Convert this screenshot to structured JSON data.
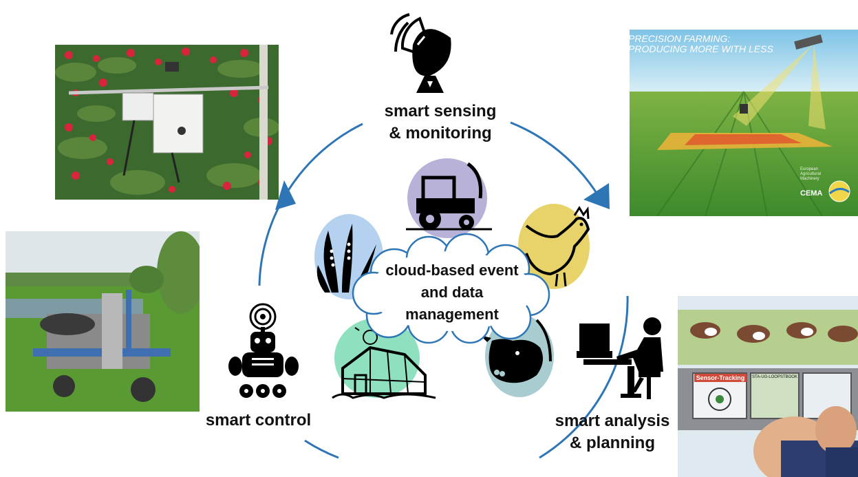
{
  "labels": {
    "sensing_line1": "smart sensing",
    "sensing_line2": "& monitoring",
    "control": "smart control",
    "analysis_line1": "smart analysis",
    "analysis_line2": "& planning",
    "cloud_line1": "cloud-based event",
    "cloud_line2": "and data",
    "cloud_line3": "management"
  },
  "photos": {
    "precision_farming": {
      "title_line1": "PRECISION FARMING:",
      "title_line2": "PRODUCING MORE WITH LESS",
      "small_line1": "European",
      "small_line2": "Agricultural",
      "small_line3": "Machinery",
      "brand": "CEMA"
    },
    "cow_monitoring": {
      "screen1": "Sensor-Tracking",
      "screen2": "STA-UG-LOOPSTBOOK"
    }
  },
  "icons": [
    "satellite-dish-icon",
    "tractor-icon",
    "rooster-icon",
    "corn-icon",
    "greenhouse-icon",
    "cow-icon",
    "robot-icon",
    "analyst-computer-icon"
  ],
  "colors": {
    "cycle_arrow": "#2e75b6",
    "tractor_bg": "#b9b2d8",
    "rooster_bg": "#e8d36a",
    "corn_bg": "#b4d2f0",
    "greenhouse_bg": "#8fe0bf",
    "cow_bg": "#a9ccd0"
  }
}
